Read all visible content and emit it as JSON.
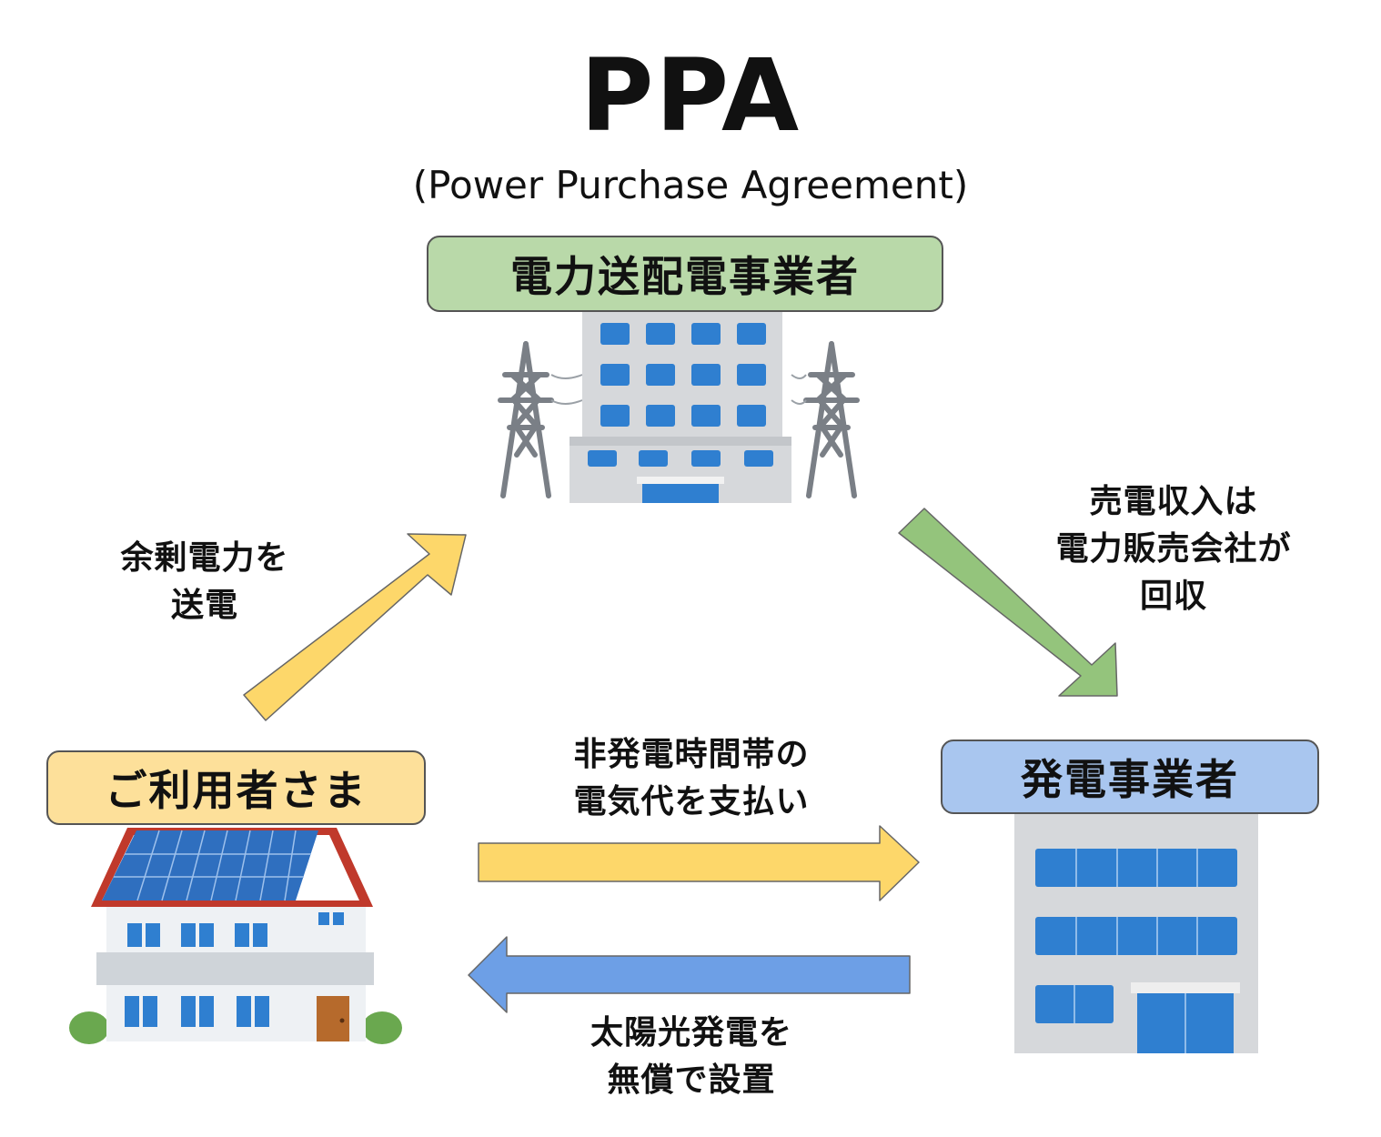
{
  "title": "PPA",
  "subtitle": "(Power Purchase Agreement)",
  "nodes": {
    "grid_operator": "電力送配電事業者",
    "customer": "ご利用者さま",
    "generator": "発電事業者"
  },
  "flows": {
    "surplus": {
      "line1": "余剰電力を",
      "line2": "送電"
    },
    "revenue": {
      "line1": "売電収入は",
      "line2": "電力販売会社が",
      "line3": "回収"
    },
    "payment": {
      "line1": "非発電時間帯の",
      "line2": "電気代を支払い"
    },
    "free_install": {
      "line1": "太陽光発電を",
      "line2": "無償で設置"
    }
  },
  "colors": {
    "grid_box": "#b9d9a9",
    "customer_box": "#fde09a",
    "generator_box": "#a9c6ef",
    "arrow_yellow": "#fdd76a",
    "arrow_green": "#94c47c",
    "arrow_blue": "#6d9fe6"
  },
  "icons": {
    "grid": "power-company-building-icon",
    "customer": "solar-house-icon",
    "generator": "office-building-icon"
  }
}
